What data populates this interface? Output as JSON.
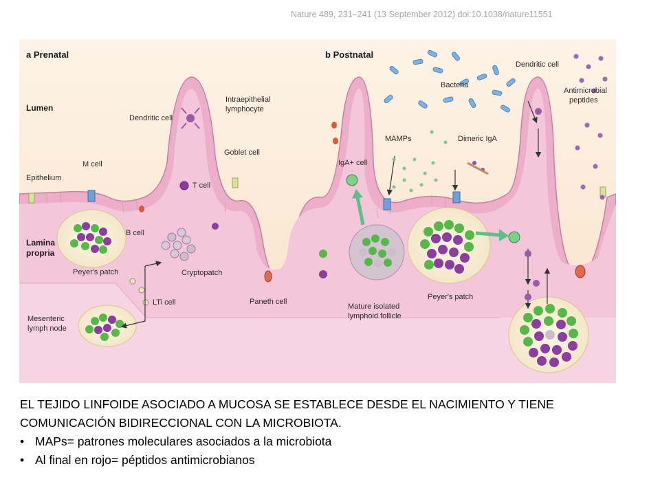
{
  "citation": "Nature 489, 231–241 (13 September 2012) doi:10.1038/nature11551",
  "figure": {
    "panel_a": "a",
    "panel_a_title": "Prenatal",
    "panel_b": "b",
    "panel_b_title": "Postnatal",
    "labels": {
      "lumen": "Lumen",
      "epithelium": "Epithelium",
      "lamina": "Lamina",
      "propria": "propria",
      "mesenteric": "Mesenteric",
      "lymph_node": "lymph node",
      "dendritic_cell_a": "Dendritic cell",
      "intraepithelial": "Intraepithelial",
      "lymphocyte": "lymphocyte",
      "goblet_cell": "Goblet cell",
      "m_cell": "M cell",
      "t_cell": "T cell",
      "b_cell": "B cell",
      "peyers_patch_a": "Peyer's patch",
      "cryptopatch": "Cryptopatch",
      "paneth_cell": "Paneth cell",
      "lti_cell": "LTi cell",
      "iga_cell": "IgA+ cell",
      "bacteria": "Bacteria",
      "mamps": "MAMPs",
      "dimeric_iga": "Dimeric IgA",
      "dendritic_cell_b": "Dendritic cell",
      "antimicrobial": "Antimicrobial",
      "peptides": "peptides",
      "peyers_patch_b": "Peyer's patch",
      "mature_isolated": "Mature isolated",
      "lymphoid_follicle": "lymphoid follicle"
    }
  },
  "caption": {
    "heading_line1": "EL TEJIDO LINFOIDE ASOCIADO A MUCOSA SE ESTABLECE DESDE EL NACIMIENTO Y TIENE",
    "heading_line2": "COMUNICACIÓN BIDIRECCIONAL CON LA MICROBIOTA.",
    "bullet_char": "•",
    "bullets": [
      "MAPs= patrones moleculares asociados a la microbiota",
      "Al final en rojo= péptidos antimicrobianos"
    ]
  },
  "colors": {
    "lumen": "#fbe9d4",
    "epithelium": "#f0b8cf",
    "lamina_propria": "#f3c7d9",
    "lower_tissue": "#f6d3e1",
    "patch_fill": "#f7f2d8",
    "green_cell": "#55b848",
    "purple_cell": "#8b3ea0",
    "arrow_green": "#5cc08a"
  }
}
